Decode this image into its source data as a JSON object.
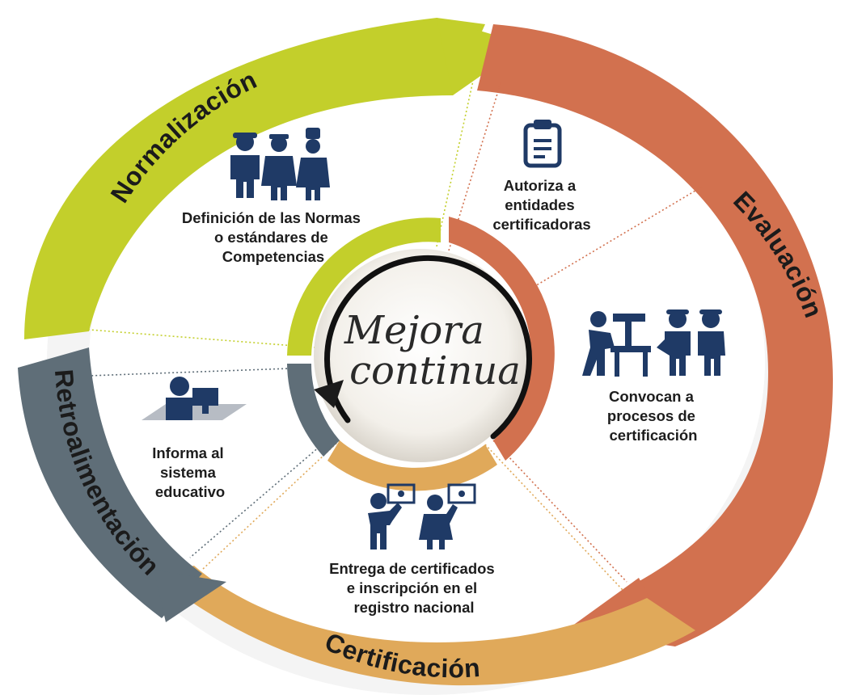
{
  "center": {
    "lines": [
      "Mejora",
      "continua"
    ]
  },
  "stages": {
    "normalizacion": {
      "label": "Normalización",
      "color": "#c3cf2b"
    },
    "evaluacion": {
      "label": "Evaluación",
      "color": "#d2714f"
    },
    "certificacion": {
      "label": "Certificación",
      "color": "#e0a95a"
    },
    "retroalimentacion": {
      "label": "Retroalimentación",
      "color": "#5f6e78"
    }
  },
  "steps": {
    "definicion": {
      "lines": [
        "Definición de las Normas",
        "o estándares de",
        "Competencias"
      ],
      "icon": "workers-group-icon"
    },
    "autoriza": {
      "lines": [
        "Autoriza a",
        "entidades",
        "certificadoras"
      ],
      "icon": "clipboard-icon"
    },
    "convocan": {
      "lines": [
        "Convocan a",
        "procesos de",
        "certificación"
      ],
      "icon": "workshop-icon"
    },
    "entrega": {
      "lines": [
        "Entrega de certificados",
        "e inscripción en el",
        "registro nacional"
      ],
      "icon": "certificate-holders-icon"
    },
    "informa": {
      "lines": [
        "Informa al",
        "sistema",
        "educativo"
      ],
      "icon": "computer-user-icon"
    }
  },
  "colors": {
    "icon": "#1f3a66",
    "divider": "#e0a95a",
    "divider_evaluacion": "#d2714f",
    "divider_retro": "#5f6e78"
  }
}
